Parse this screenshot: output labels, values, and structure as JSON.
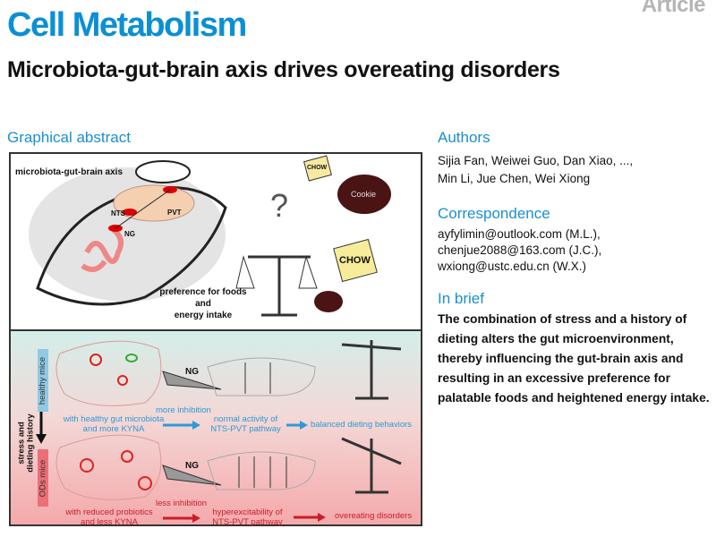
{
  "header": {
    "journal": "Cell Metabolism",
    "article_type": "Article",
    "title": "Microbiota-gut-brain axis drives overeating disorders"
  },
  "graphical_abstract": {
    "heading": "Graphical abstract",
    "top": {
      "axis_label": "microbiota-gut-brain axis",
      "nts": "NTS",
      "pvt": "PVT",
      "ng": "NG",
      "chow": "CHOW",
      "cookie": "Cookie",
      "pref_line1": "preference for foods",
      "pref_line2": "and",
      "pref_line3": "energy intake"
    },
    "bottom": {
      "healthy_mice": "healthy mice",
      "ods_mice": "ODs mice",
      "history_line1": "stress and",
      "history_line2": "dieting history",
      "ng": "NG",
      "more_inhibition": "more inhibition",
      "less_inhibition": "less inhibition",
      "healthy_line1": "with healthy gut microbiota",
      "healthy_line2": "and more KYNA",
      "normal_line1": "normal activity of",
      "normal_line2": "NTS-PVT pathway",
      "balanced": "balanced dieting behaviors",
      "reduced_line1": "with reduced probiotics",
      "reduced_line2": "and less KYNA",
      "hyper_line1": "hyperexcitability of",
      "hyper_line2": "NTS-PVT pathway",
      "overeating": "overeating disorders"
    }
  },
  "authors": {
    "heading": "Authors",
    "line1": "Sijia Fan, Weiwei Guo, Dan Xiao, ...,",
    "line2": "Min Li, Jue Chen, Wei Xiong"
  },
  "correspondence": {
    "heading": "Correspondence",
    "emails": [
      "ayfylimin@outlook.com (M.L.),",
      "chenjue2088@163.com (J.C.),",
      "wxiong@ustc.edu.cn (W.X.)"
    ]
  },
  "in_brief": {
    "heading": "In brief",
    "text": "The combination of stress and a history of dieting alters the gut microenvironment, thereby influencing the gut-brain axis and resulting in an excessive preference for palatable foods and heightened energy intake."
  },
  "colors": {
    "brand": "#0c8fd3",
    "healthy": "#2c9ad6",
    "od": "#c81e2b"
  }
}
